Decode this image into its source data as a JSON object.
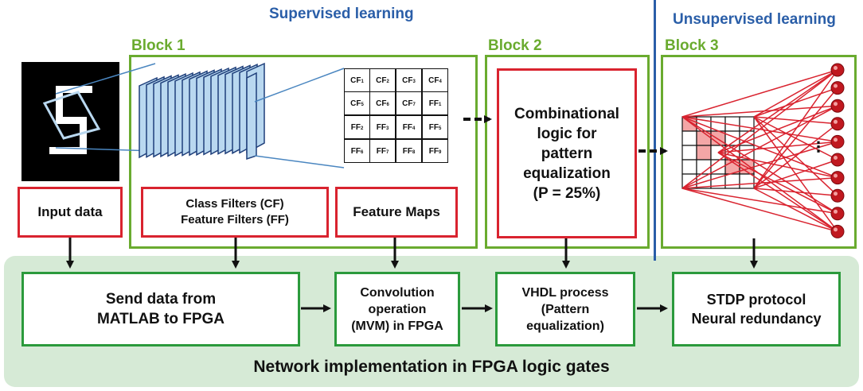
{
  "headers": {
    "supervised": "Supervised learning",
    "unsupervised": "Unsupervised learning"
  },
  "blocks": {
    "block1": "Block 1",
    "block2": "Block 2",
    "block3": "Block 3"
  },
  "labels": {
    "input_data": "Input data",
    "filters_line1": "Class Filters (CF)",
    "filters_line2": "Feature Filters (FF)",
    "feature_maps": "Feature Maps",
    "combinational_line1": "Combinational",
    "combinational_line2": "logic for",
    "combinational_line3": "pattern",
    "combinational_line4": "equalization",
    "combinational_line5": "(P = 25%)"
  },
  "filter_grid": [
    [
      "CF",
      "1"
    ],
    [
      "CF",
      "2"
    ],
    [
      "CF",
      "3"
    ],
    [
      "CF",
      "4"
    ],
    [
      "CF",
      "5"
    ],
    [
      "CF",
      "6"
    ],
    [
      "CF",
      "7"
    ],
    [
      "FF",
      "1"
    ],
    [
      "FF",
      "2"
    ],
    [
      "FF",
      "3"
    ],
    [
      "FF",
      "4"
    ],
    [
      "FF",
      "5"
    ],
    [
      "FF",
      "6"
    ],
    [
      "FF",
      "7"
    ],
    [
      "FF",
      "8"
    ],
    [
      "FF",
      "9"
    ]
  ],
  "fpga": {
    "send_line1": "Send data from",
    "send_line2": "MATLAB to FPGA",
    "conv_line1": "Convolution",
    "conv_line2": "operation",
    "conv_line3": "(MVM) in FPGA",
    "vhdl_line1": "VHDL process",
    "vhdl_line2": "(Pattern",
    "vhdl_line3": "equalization)",
    "stdp_line1": "STDP protocol",
    "stdp_line2": "Neural redundancy",
    "footer": "Network implementation in FPGA logic gates"
  },
  "dots": "⋮",
  "colors": {
    "red": "#d9232f",
    "light_green": "#6aab2f",
    "dark_green": "#2b9a3c",
    "fpga_panel": "#d6ead6",
    "blue_header": "#2a5ea8",
    "filter_blue": "#b9d8f0",
    "cell_pink": "#f4a6a6"
  }
}
